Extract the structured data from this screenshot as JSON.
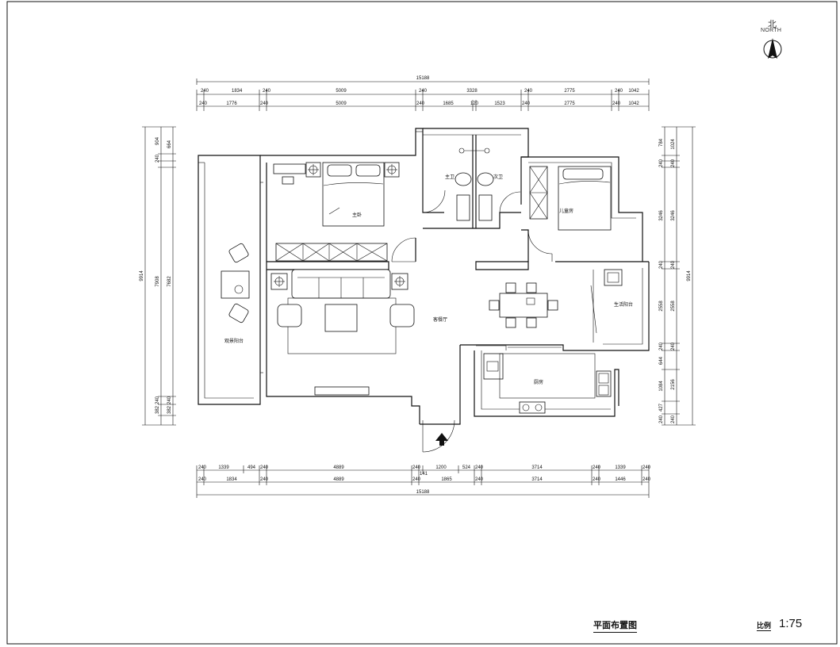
{
  "drawing": {
    "title": "平面布置图",
    "scale_label": "比例",
    "scale_value": "1:75",
    "north_cn": "北",
    "north_en": "NORTH"
  },
  "rooms": {
    "master_bedroom": "主卧",
    "guest_bedroom": "儿童房",
    "living_dining": "客餐厅",
    "kitchen": "厨房",
    "bath_left": "主卫",
    "bath_right": "次卫",
    "west_balcony": "观景阳台",
    "east_balcony": "生活阳台"
  },
  "dimensions": {
    "top_total": "15188",
    "top_row1": [
      "240",
      "1834",
      "240",
      "5009",
      "240",
      "3328",
      "240",
      "2775",
      "240",
      "1042"
    ],
    "top_row2": [
      "240",
      "1776",
      "240",
      "5009",
      "240",
      "1685",
      "120",
      "1523",
      "240",
      "2775",
      "240",
      "1042"
    ],
    "bottom_row1": [
      "240",
      "1339",
      "494",
      "240",
      "4889",
      "240",
      "141",
      "1200",
      "524",
      "240",
      "3714",
      "240",
      "1339",
      "240"
    ],
    "bottom_row2": [
      "240",
      "1834",
      "240",
      "4889",
      "240",
      "1865",
      "240",
      "3714",
      "240",
      "1446",
      "240"
    ],
    "bottom_total": "15188",
    "left_total": "9914",
    "left_mid": [
      "7908",
      "7682"
    ],
    "left_top": [
      "904",
      "664",
      "240"
    ],
    "left_bottom": [
      "240",
      "382",
      "240",
      "382"
    ],
    "right_total": "9914",
    "right_col1": [
      "784",
      "240",
      "3246",
      "240",
      "2558",
      "240",
      "644",
      "1084",
      "427",
      "240"
    ],
    "right_col2": [
      "1024",
      "240",
      "3246",
      "240",
      "2558",
      "240",
      "2156",
      "240"
    ]
  }
}
